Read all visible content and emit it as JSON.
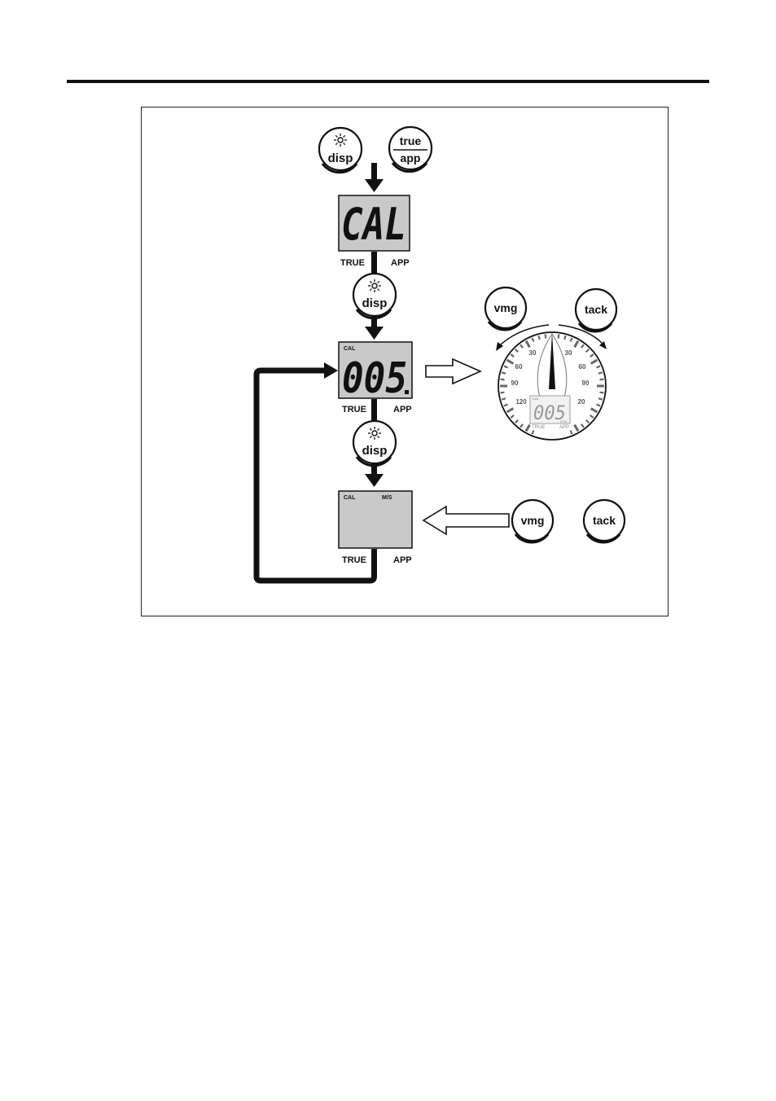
{
  "buttons": {
    "disp": "disp",
    "true": "true",
    "app": "app",
    "vmg": "vmg",
    "tack": "tack"
  },
  "lcd1": {
    "text": "CAL",
    "left_label": "TRUE",
    "right_label": "APP"
  },
  "lcd2": {
    "indicator": "CAL",
    "value": "005",
    "left_label": "TRUE",
    "right_label": "APP"
  },
  "lcd3": {
    "indicator": "CAL",
    "unit": "M/S",
    "left_label": "TRUE",
    "right_label": "APP"
  },
  "gauge": {
    "scale_left": [
      "30",
      "60",
      "90",
      "120"
    ],
    "scale_right": [
      "30",
      "60",
      "90",
      "20"
    ],
    "mini_lcd": {
      "indicator": "CAL",
      "value": "005",
      "unit": "KTS",
      "left_label": "TRUE",
      "right_label": "APP"
    }
  }
}
